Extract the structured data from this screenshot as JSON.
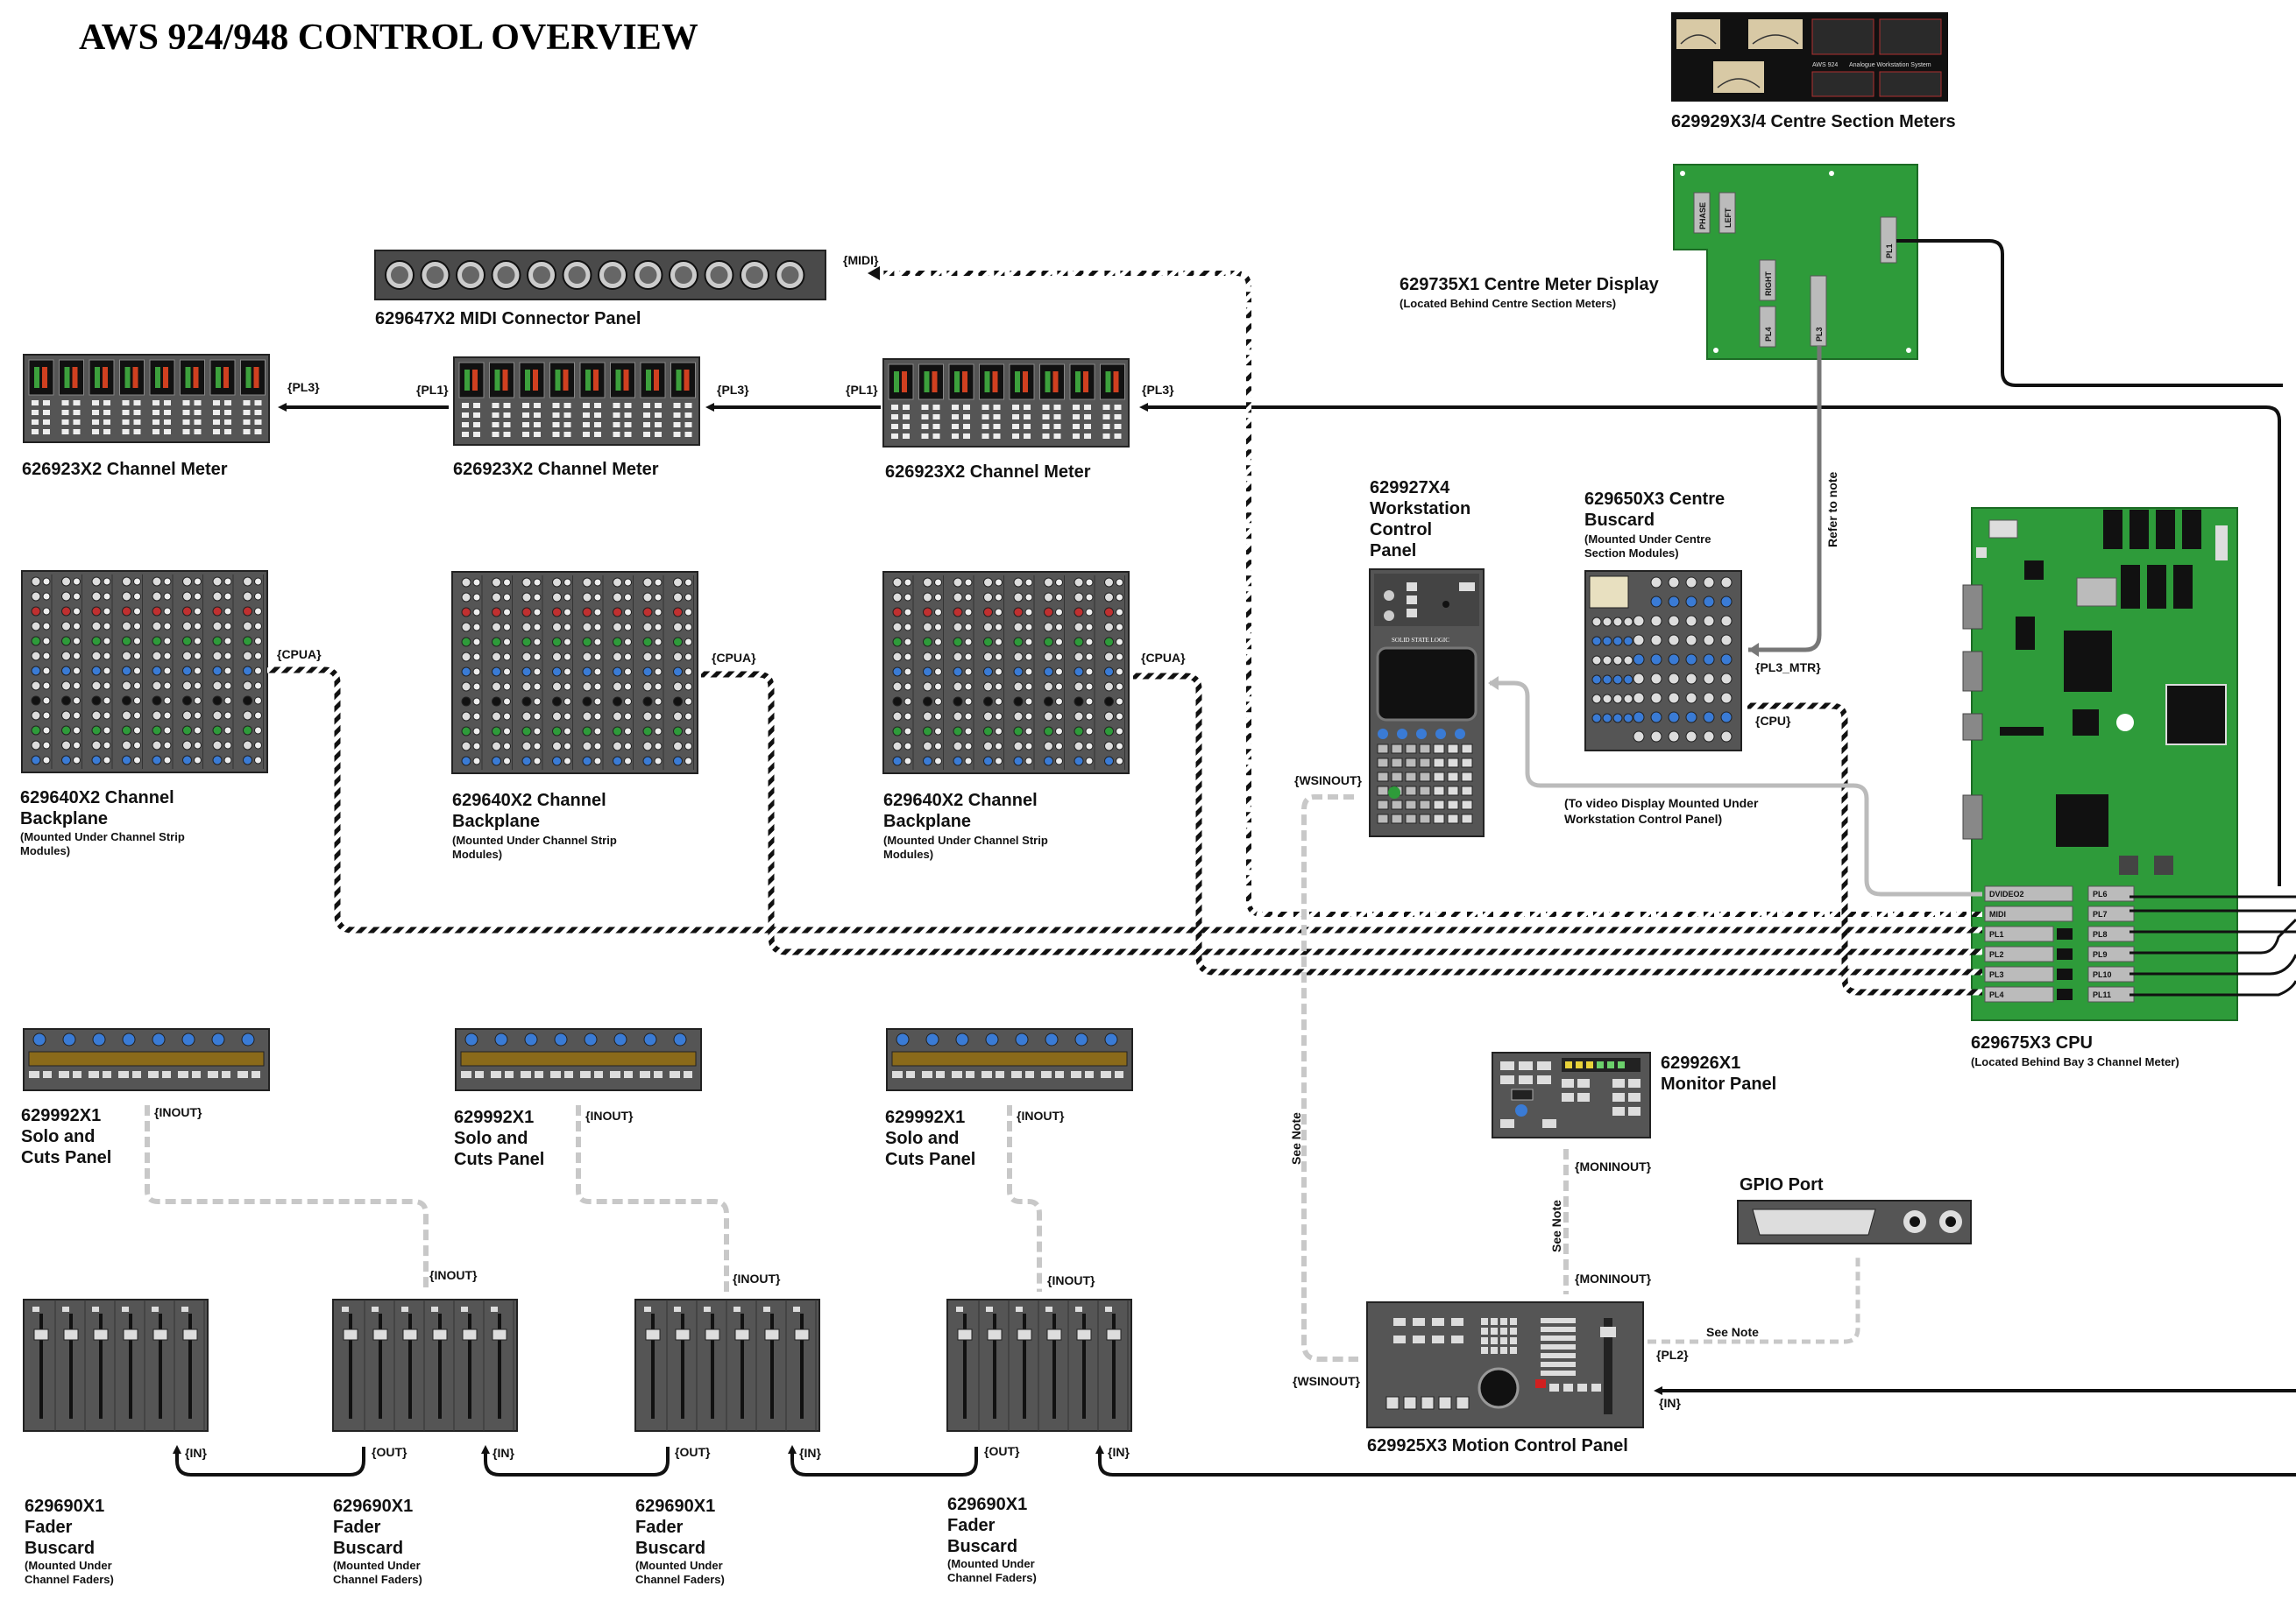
{
  "title": "AWS 924/948 CONTROL OVERVIEW",
  "components": {
    "centre_meters": {
      "label": "629929X3/4 Centre Section Meters",
      "inner": [
        "AWS 924",
        "Analogue Workstation System"
      ]
    },
    "centre_meter_display": {
      "label": "629735X1 Centre Meter Display",
      "note": "(Located Behind Centre Section Meters)",
      "connectors": [
        "PHASE",
        "LEFT",
        "RIGHT",
        "PL4",
        "PL3",
        "PL1"
      ]
    },
    "midi_panel": {
      "label": "629647X2 MIDI Connector Panel"
    },
    "channel_meters": [
      {
        "label": "626923X2 Channel Meter"
      },
      {
        "label": "626923X2 Channel Meter"
      },
      {
        "label": "626923X2 Channel Meter"
      }
    ],
    "backplanes": [
      {
        "line1": "629640X2 Channel",
        "line2": "Backplane",
        "note1": "(Mounted Under Channel Strip",
        "note2": "Modules)"
      },
      {
        "line1": "629640X2 Channel",
        "line2": "Backplane",
        "note1": "(Mounted Under Channel Strip",
        "note2": "Modules)"
      },
      {
        "line1": "629640X2 Channel",
        "line2": "Backplane",
        "note1": "(Mounted Under Channel Strip",
        "note2": "Modules)"
      }
    ],
    "workstation_panel": {
      "lines": [
        "629927X4",
        "Workstation",
        "Control",
        "Panel"
      ],
      "brand": "SOLID STATE LOGIC"
    },
    "centre_buscard": {
      "lines": [
        "629650X3 Centre",
        "Buscard"
      ],
      "notes": [
        "(Mounted Under Centre",
        "Section Modules)"
      ]
    },
    "cpu": {
      "label": "629675X3 CPU",
      "note": "(Located Behind Bay 3 Channel Meter)",
      "ports_left": [
        "DVIDEO2",
        "MIDI",
        "PL1",
        "PL2",
        "PL3",
        "PL4"
      ],
      "ports_right": [
        "PL6",
        "PL7",
        "PL8",
        "PL9",
        "PL10",
        "PL11"
      ]
    },
    "solo_cuts": [
      {
        "lines": [
          "629992X1",
          "Solo and",
          "Cuts Panel"
        ]
      },
      {
        "lines": [
          "629992X1",
          "Solo and",
          "Cuts Panel"
        ]
      },
      {
        "lines": [
          "629992X1",
          "Solo and",
          "Cuts Panel"
        ]
      }
    ],
    "monitor_panel": {
      "lines": [
        "629926X1",
        "Monitor Panel"
      ]
    },
    "gpio": {
      "label": "GPIO Port"
    },
    "motion_panel": {
      "label": "629925X3 Motion Control Panel"
    },
    "fader_buscards": [
      {
        "lines": [
          "629690X1",
          "Fader",
          "Buscard"
        ],
        "notes": [
          "(Mounted Under",
          "Channel Faders)"
        ]
      },
      {
        "lines": [
          "629690X1",
          "Fader",
          "Buscard"
        ],
        "notes": [
          "(Mounted Under",
          "Channel Faders)"
        ]
      },
      {
        "lines": [
          "629690X1",
          "Fader",
          "Buscard"
        ],
        "notes": [
          "(Mounted Under",
          "Channel Faders)"
        ]
      },
      {
        "lines": [
          "629690X1",
          "Fader",
          "Buscard"
        ],
        "notes": [
          "(Mounted Under",
          "Channel Faders)"
        ]
      }
    ]
  },
  "tags": {
    "midi": "{MIDI}",
    "pl3": "{PL3}",
    "pl1": "{PL1}",
    "cpua": "{CPUA}",
    "pl3_mtr": "{PL3_MTR}",
    "cpu": "{CPU}",
    "wsinout": "{WSINOUT}",
    "inout": "{INOUT}",
    "in": "{IN}",
    "out": "{OUT}",
    "moninout": "{MONINOUT}",
    "pl2": "{PL2}"
  },
  "notes": {
    "refer_to_note": "Refer to note",
    "video_note1": "(To video Display Mounted Under",
    "video_note2": "Workstation Control Panel)",
    "see_note": "See Note"
  }
}
